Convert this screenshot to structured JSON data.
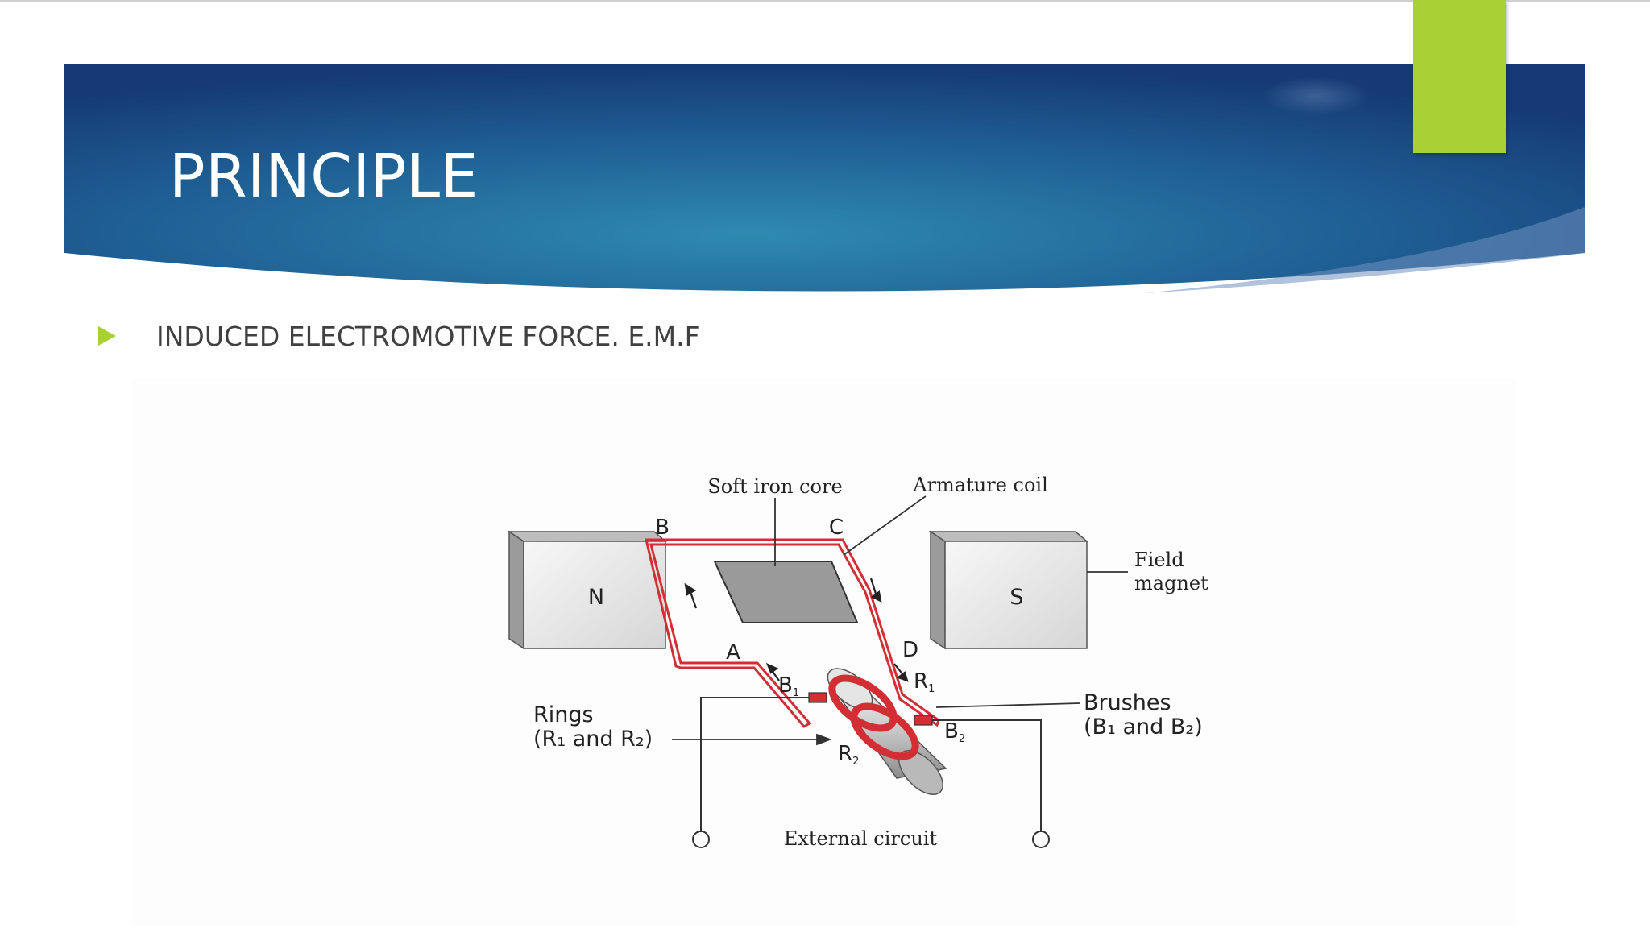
{
  "slide": {
    "title": "PRINCIPLE",
    "bullet": "INDUCED ELECTROMOTIVE FORCE. E.M.F"
  },
  "colors": {
    "banner_dark": "#153a75",
    "banner_mid": "#2e8ab2",
    "accent_green": "#a8d136",
    "coil_red": "#d42e35"
  },
  "diagram": {
    "labels": {
      "soft_iron_core": "Soft iron core",
      "armature_coil": "Armature coil",
      "field_magnet_line1": "Field",
      "field_magnet_line2": "magnet",
      "magnet_n": "N",
      "magnet_s": "S",
      "corner_a": "A",
      "corner_b": "B",
      "corner_c": "C",
      "corner_d": "D",
      "b1": "B",
      "b1_sub": "1",
      "b2": "B",
      "b2_sub": "2",
      "r1": "R",
      "r1_sub": "1",
      "r2": "R",
      "r2_sub": "2",
      "rings_line1": "Rings",
      "rings_line2": "(R₁ and R₂)",
      "brushes_line1": "Brushes",
      "brushes_line2": "(B₁ and B₂)",
      "external_circuit": "External circuit"
    }
  }
}
